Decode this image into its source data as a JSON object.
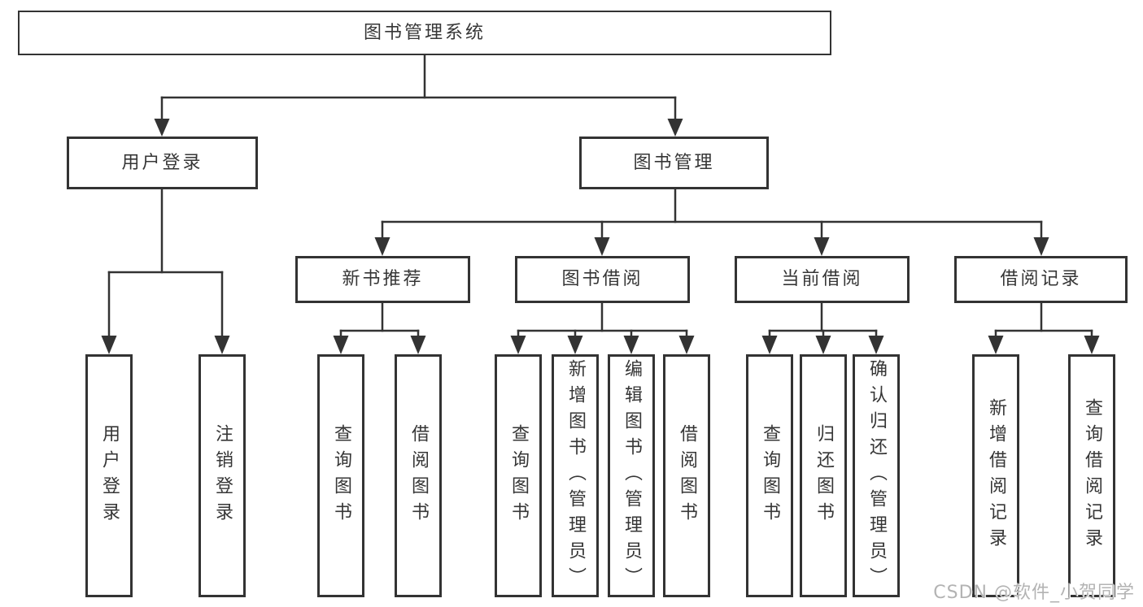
{
  "colors": {
    "line": "#333333",
    "text": "#363636",
    "box-bg": "#ffffff",
    "watermark": "#b3b3b3",
    "page-bg": "#ffffff"
  },
  "root": {
    "label": "图书管理系统"
  },
  "level2": {
    "user_login": {
      "label": "用户登录"
    },
    "book_mgmt": {
      "label": "图书管理"
    }
  },
  "level3": {
    "new_books": {
      "label": "新书推荐"
    },
    "borrowing": {
      "label": "图书借阅"
    },
    "current": {
      "label": "当前借阅"
    },
    "records": {
      "label": "借阅记录"
    }
  },
  "leaves": [
    {
      "label": "用户登录",
      "parent": "用户登录"
    },
    {
      "label": "注销登录",
      "parent": "用户登录"
    },
    {
      "label": "查询图书",
      "parent": "新书推荐"
    },
    {
      "label": "借阅图书",
      "parent": "新书推荐"
    },
    {
      "label": "查询图书",
      "parent": "图书借阅"
    },
    {
      "label": "新增图书（管理员）",
      "parent": "图书借阅"
    },
    {
      "label": "编辑图书（管理员）",
      "parent": "图书借阅"
    },
    {
      "label": "借阅图书",
      "parent": "图书借阅"
    },
    {
      "label": "查询图书",
      "parent": "当前借阅"
    },
    {
      "label": "归还图书",
      "parent": "当前借阅"
    },
    {
      "label": "确认归还（管理员）",
      "parent": "当前借阅"
    },
    {
      "label": "新增借阅记录",
      "parent": "借阅记录"
    },
    {
      "label": "查询借阅记录",
      "parent": "借阅记录"
    }
  ],
  "watermark": {
    "text": "CSDN @软件_小贺同学"
  }
}
